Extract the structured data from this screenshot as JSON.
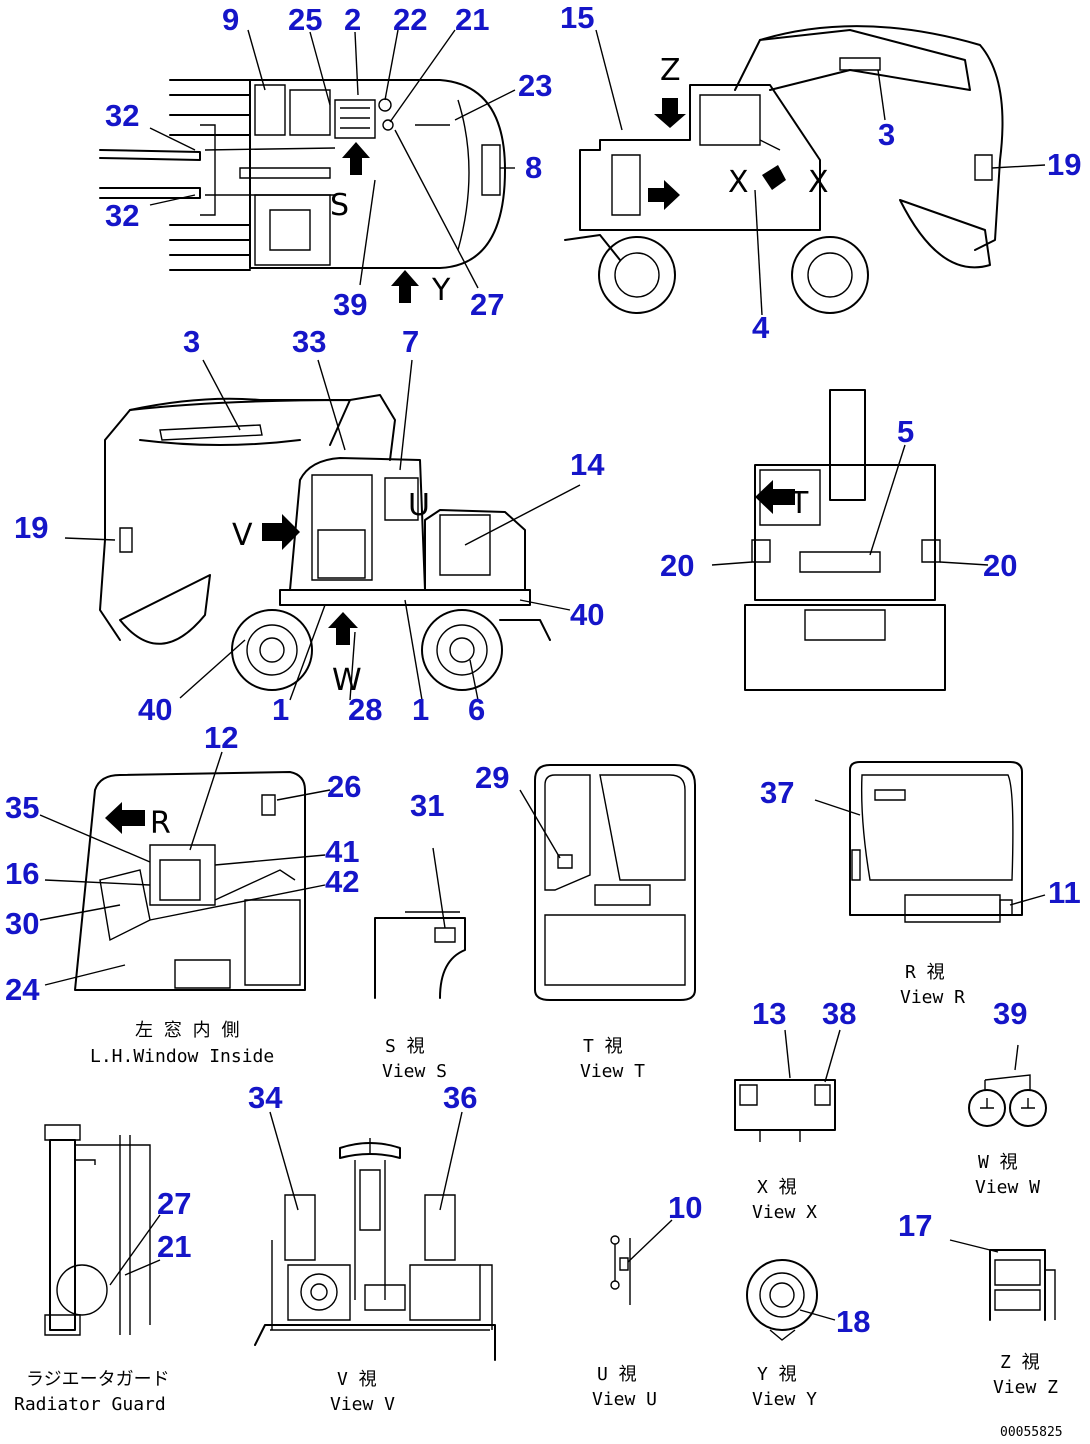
{
  "callouts": {
    "n9": "9",
    "n25": "25",
    "n2": "2",
    "n22a": "22",
    "n21a": "21",
    "n23": "23",
    "n32a": "32",
    "n32b": "32",
    "n8": "8",
    "n39a": "39",
    "n27a": "27",
    "n15": "15",
    "n3a": "3",
    "n19a": "19",
    "n4": "4",
    "n3b": "3",
    "n33": "33",
    "n7": "7",
    "n14": "14",
    "n19b": "19",
    "n40a": "40",
    "n40b": "40",
    "n1a": "1",
    "n28": "28",
    "n1b": "1",
    "n6": "6",
    "n5": "5",
    "n20a": "20",
    "n20b": "20",
    "n12": "12",
    "n26": "26",
    "n35": "35",
    "n41": "41",
    "n42": "42",
    "n16": "16",
    "n30": "30",
    "n24": "24",
    "n31": "31",
    "n29": "29",
    "n37": "37",
    "n11": "11",
    "n13": "13",
    "n38": "38",
    "n39b": "39",
    "n34": "34",
    "n36": "36",
    "n27b": "27",
    "n21b": "21",
    "n10": "10",
    "n18": "18",
    "n17": "17"
  },
  "view_letters": {
    "z": "Z",
    "y": "Y",
    "x1": "X",
    "x2": "X",
    "s": "S",
    "v": "V",
    "w": "W",
    "u": "U",
    "t": "T",
    "r": "R"
  },
  "captions": {
    "lh_window_jp": "左 窓 内 側",
    "lh_window_en": "L.H.Window Inside",
    "view_s_jp": "S 視",
    "view_s_en": "View S",
    "view_t_jp": "T 視",
    "view_t_en": "View T",
    "view_r_jp": "R 視",
    "view_r_en": "View R",
    "view_x_jp": "X 視",
    "view_x_en": "View X",
    "view_w_jp": "W 視",
    "view_w_en": "View W",
    "radiator_jp": "ラジエータガード",
    "radiator_en": "Radiator Guard",
    "view_v_jp": "V 視",
    "view_v_en": "View V",
    "view_u_jp": "U 視",
    "view_u_en": "View U",
    "view_y_jp": "Y 視",
    "view_y_en": "View Y",
    "view_z_jp": "Z 視",
    "view_z_en": "View Z"
  },
  "drawing_code": "00055825",
  "colors": {
    "callout": "#1515c8",
    "line": "#000000"
  }
}
